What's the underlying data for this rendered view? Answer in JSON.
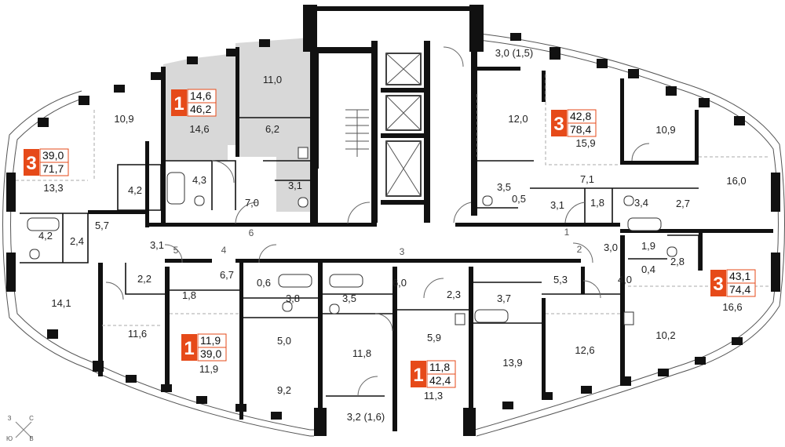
{
  "apartments": [
    {
      "rooms": "1",
      "living": "14,6",
      "total": "46,2",
      "highlighted": true
    },
    {
      "rooms": "3",
      "living": "39,0",
      "total": "71,7",
      "highlighted": false
    },
    {
      "rooms": "3",
      "living": "42,8",
      "total": "78,4",
      "highlighted": false
    },
    {
      "rooms": "3",
      "living": "43,1",
      "total": "74,4",
      "highlighted": false
    },
    {
      "rooms": "1",
      "living": "11,9",
      "total": "39,0",
      "highlighted": false
    },
    {
      "rooms": "1",
      "living": "11,8",
      "total": "42,4",
      "highlighted": false
    }
  ],
  "room_areas": [
    "11,0",
    "14,6",
    "6,2",
    "4,3",
    "7,0",
    "3,1",
    "10,9",
    "13,3",
    "4,2",
    "4,2",
    "2,4",
    "5,7",
    "3,1",
    "2,2",
    "14,1",
    "11,6",
    "1,8",
    "6,7",
    "0,6",
    "3,8",
    "3,5",
    "6,0",
    "2,3",
    "3,7",
    "5,0",
    "11,9",
    "9,2",
    "11,8",
    "5,9",
    "11,3",
    "13,9",
    "3,2 (1,6)",
    "3,0 (1,5)",
    "12,0",
    "15,9",
    "10,9",
    "16,0",
    "3,5",
    "0,5",
    "7,1",
    "3,1",
    "1,8",
    "3,4",
    "2,7",
    "3,0",
    "1,9",
    "0,4",
    "2,8",
    "4,0",
    "5,3",
    "12,6",
    "10,2",
    "16,6"
  ],
  "corridor_marks": [
    "1",
    "2",
    "3",
    "4",
    "5",
    "6"
  ],
  "compass": {
    "n": "С",
    "w": "З",
    "s": "Ю",
    "e": "В"
  },
  "colors": {
    "accent": "#e64a19",
    "highlight_fill": "#d8d8d8",
    "wall": "#111111"
  }
}
